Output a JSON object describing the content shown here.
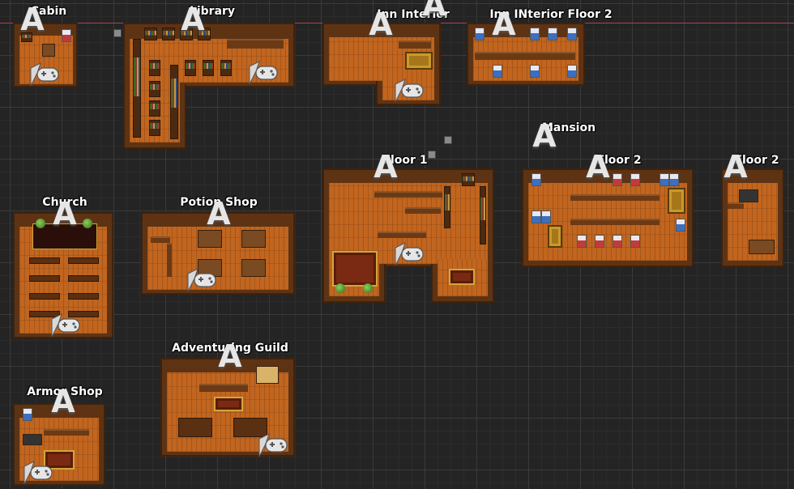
{
  "editor": {
    "theme": {
      "background": "#242424",
      "grid_line": "#3a3a3a",
      "horizon_line": "#a8454b",
      "wall": "#5e3314",
      "floor": "#c1651f"
    },
    "maps": {
      "cabin": {
        "label": "Cabin"
      },
      "library": {
        "label": "Library"
      },
      "inn_interior": {
        "label": "Inn Interior"
      },
      "inn_interior_floor2": {
        "label": "Inn INterior Floor 2"
      },
      "mansion": {
        "label": "Mansion"
      },
      "mansion_floor1": {
        "label": "Floor 1"
      },
      "mansion_floor2": {
        "label": "Floor 2"
      },
      "mansion_floor2b": {
        "label": "Floor 2"
      },
      "church": {
        "label": "Church"
      },
      "potion_shop": {
        "label": "Potion Shop"
      },
      "adventuring_guild": {
        "label": "Adventuring Guild"
      },
      "armor_shop": {
        "label": "Armor Shop"
      }
    },
    "icons": {
      "autorun": "A",
      "controller": "gamepad-icon"
    }
  }
}
